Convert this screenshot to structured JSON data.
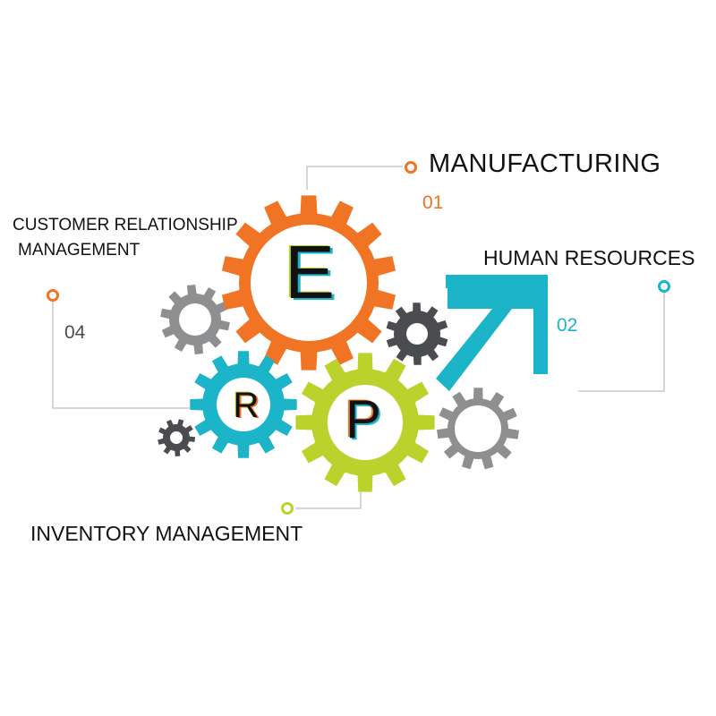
{
  "items": {
    "manufacturing": {
      "title": "MANUFACTURING",
      "number": "01"
    },
    "human_resources": {
      "title": "HUMAN RESOURCES",
      "number": "02"
    },
    "inventory": {
      "title": "INVENTORY MANAGEMENT"
    },
    "crm": {
      "title_line1": "CUSTOMER RELATIONSHIP",
      "title_line2": "MANAGEMENT",
      "number": "04"
    }
  },
  "letters": {
    "e": "E",
    "r": "R",
    "p": "P"
  },
  "colors": {
    "orange": "#F07423",
    "cyan": "#1BB4C9",
    "lime": "#BCD22C",
    "gray": "#8E8F91",
    "dark_gray": "#4A4C4F",
    "line_gray": "#BFBFBF",
    "text": "#111111"
  }
}
